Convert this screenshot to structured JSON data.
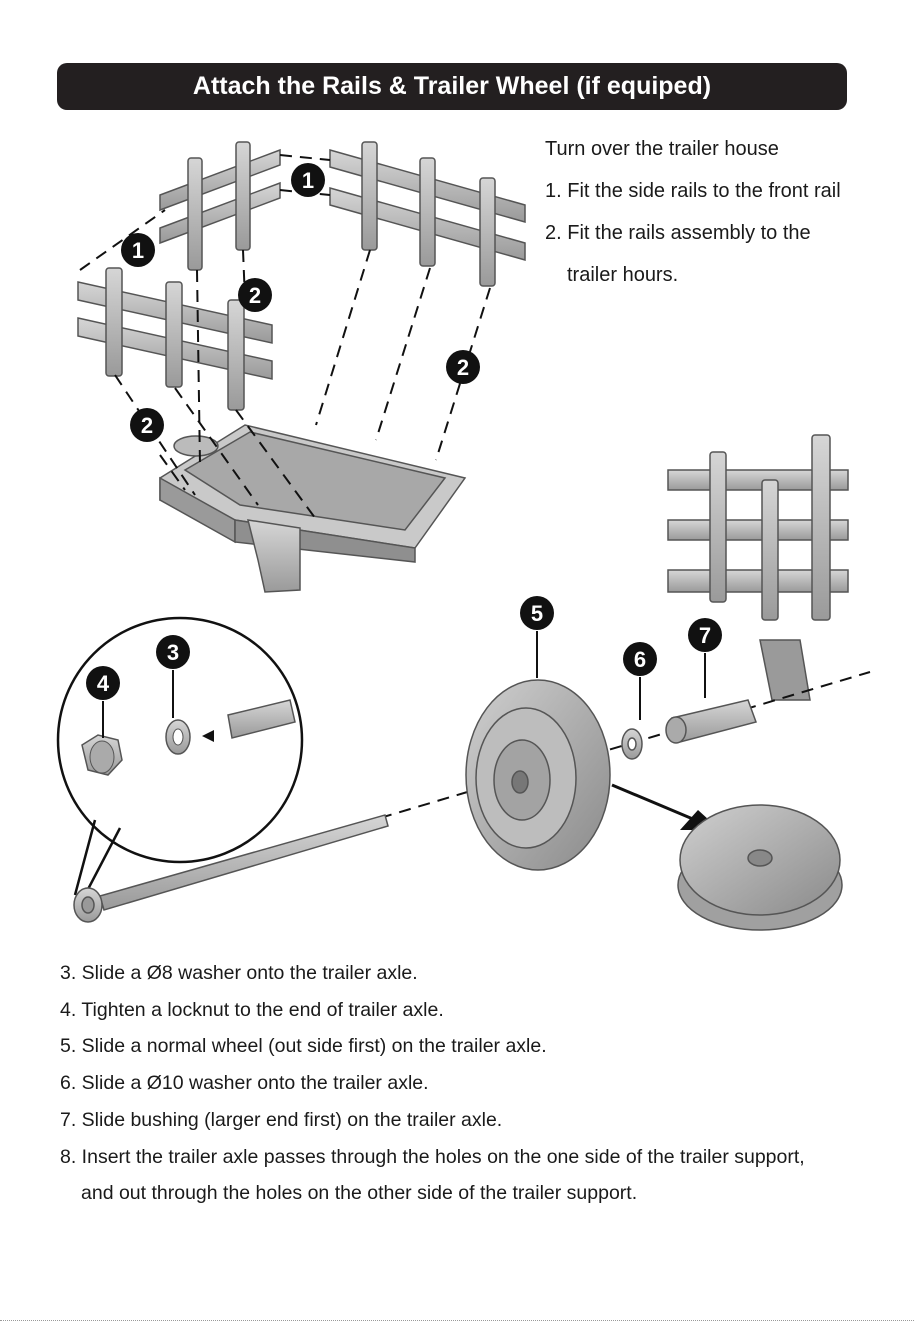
{
  "header": {
    "title": "Attach the Rails & Trailer Wheel  (if equiped)"
  },
  "intro": {
    "line0": "Turn over the trailer house",
    "line1": "1. Fit the side rails to the front rail",
    "line2": "2. Fit the rails assembly to the",
    "line3": "trailer hours."
  },
  "badges": [
    "1",
    "1",
    "2",
    "2",
    "2",
    "3",
    "4",
    "5",
    "6",
    "7"
  ],
  "steps": [
    "3. Slide a Ø8 washer onto the trailer axle.",
    "4. Tighten a locknut to the end of trailer axle.",
    "5. Slide a normal wheel (out side first) on the trailer axle.",
    "6. Slide a Ø10 washer onto the trailer axle.",
    "7. Slide bushing (larger end first) on the trailer axle.",
    "8. Insert the trailer axle passes through the holes on the one side of the trailer support,",
    "and out through the holes on the other side of the trailer support."
  ],
  "colors": {
    "header_bg": "#231f20",
    "part_fill": "#bdbdbd",
    "part_stroke": "#555555"
  }
}
